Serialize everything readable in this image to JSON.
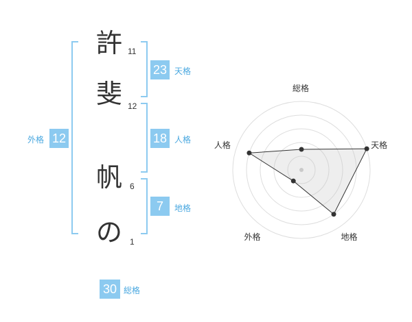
{
  "name_chars": [
    {
      "char": "許",
      "strokes": "11"
    },
    {
      "char": "斐",
      "strokes": "12"
    },
    {
      "char": "帆",
      "strokes": "6"
    },
    {
      "char": "の",
      "strokes": "1"
    }
  ],
  "fortunes": {
    "tenkaku": {
      "value": "23",
      "label": "天格"
    },
    "jinkaku": {
      "value": "18",
      "label": "人格"
    },
    "chikaku": {
      "value": "7",
      "label": "地格"
    },
    "gaikaku": {
      "value": "12",
      "label": "外格"
    },
    "soukaku": {
      "value": "30",
      "label": "総格"
    }
  },
  "colors": {
    "accent": "#8ccaf0",
    "label": "#4aa8e0",
    "text": "#333333"
  },
  "chart_data": {
    "type": "radar",
    "axes": [
      "総格",
      "天格",
      "地格",
      "外格",
      "人格"
    ],
    "max": 5,
    "values": [
      1.5,
      5,
      4,
      1,
      4
    ],
    "grid_rings": 5,
    "grid": true
  }
}
